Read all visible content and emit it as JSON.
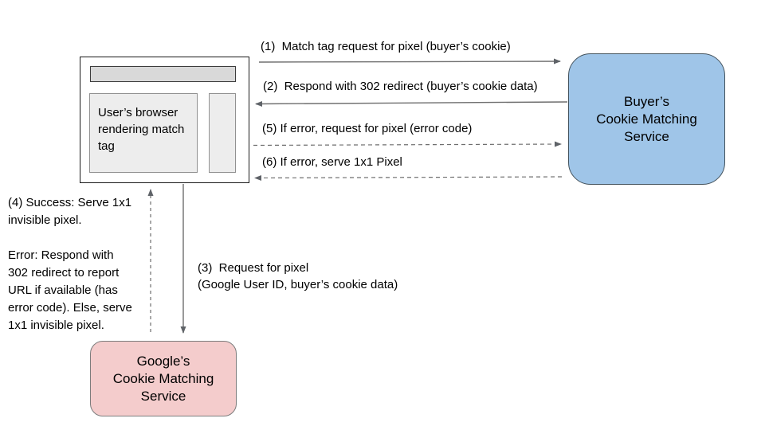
{
  "nodes": {
    "browser": {
      "label": "User’s browser\nrendering match\ntag"
    },
    "buyer": {
      "label": "Buyer’s\nCookie Matching\nService",
      "fill": "#9fc5e8"
    },
    "google": {
      "label": "Google’s\nCookie Matching\nService",
      "fill": "#f4cccc"
    }
  },
  "messages": {
    "m1": "(1)  Match tag request for pixel (buyer’s cookie)",
    "m2": "(2)  Respond with 302 redirect (buyer’s cookie data)",
    "m3": "(3)  Request for pixel\n(Google User ID, buyer’s cookie data)",
    "m4": "(4) Success: Serve 1x1\ninvisible pixel.\n\nError: Respond with\n302 redirect to report\nURL if available (has\nerror code). Else, serve\n1x1 invisible pixel.",
    "m5": "(5) If error, request for pixel (error code)",
    "m6": "(6) If error, serve 1x1 Pixel"
  },
  "colors": {
    "line": "#6e6e6e",
    "arrowhead": "#5f6368",
    "buyer_fill": "#9fc5e8",
    "google_fill": "#f4cccc",
    "browser_titlebar_fill": "#d9d9d9",
    "browser_pane_fill": "#ededed",
    "text": "#000000"
  }
}
